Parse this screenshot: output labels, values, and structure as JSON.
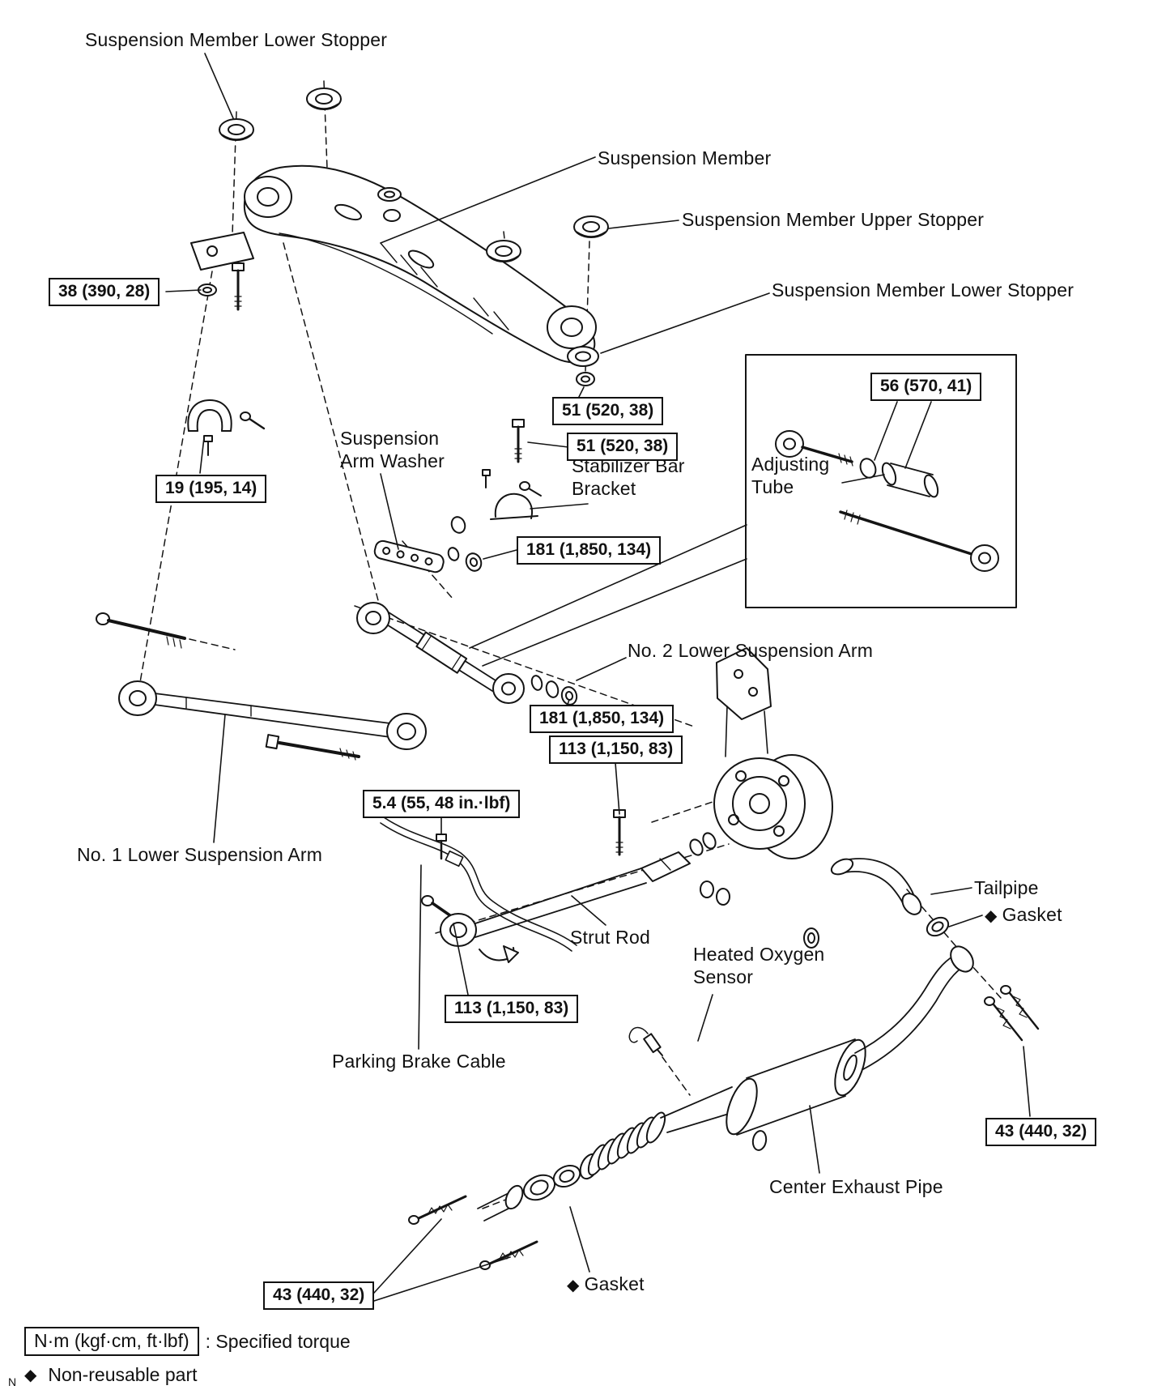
{
  "icons": {
    "diamond": "◆"
  },
  "labels": {
    "member_lower_stopper_top": "Suspension Member Lower Stopper",
    "member": "Suspension Member",
    "member_upper_stopper": "Suspension Member Upper Stopper",
    "member_lower_stopper_right": "Suspension Member Lower Stopper",
    "adjusting_tube": "Adjusting Tube",
    "arm_washer": "Suspension Arm Washer",
    "stabilizer_bracket": "Stabilizer Bar Bracket",
    "no2_arm": "No. 2 Lower Suspension Arm",
    "no1_arm": "No. 1 Lower Suspension Arm",
    "strut_rod": "Strut Rod",
    "o2_sensor": "Heated Oxygen Sensor",
    "tailpipe": "Tailpipe",
    "gasket_right": "Gasket",
    "parking_brake": "Parking Brake Cable",
    "center_exhaust": "Center Exhaust Pipe",
    "gasket_bottom": "Gasket",
    "page_letter": "N"
  },
  "torques": {
    "t38": "38 (390, 28)",
    "t19": "19 (195, 14)",
    "t51a": "51 (520, 38)",
    "t51b": "51 (520, 38)",
    "t56": "56 (570, 41)",
    "t181a": "181 (1,850, 134)",
    "t181b": "181 (1,850, 134)",
    "t113a": "113 (1,150, 83)",
    "t113b": "113 (1,150, 83)",
    "t54": "5.4 (55, 48 in.·lbf)",
    "t43a": "43 (440, 32)",
    "t43b": "43 (440, 32)"
  },
  "legend": {
    "unit_box": "N·m (kgf·cm, ft·lbf)",
    "torque_note": ": Specified torque",
    "nonreusable": "Non-reusable part"
  }
}
